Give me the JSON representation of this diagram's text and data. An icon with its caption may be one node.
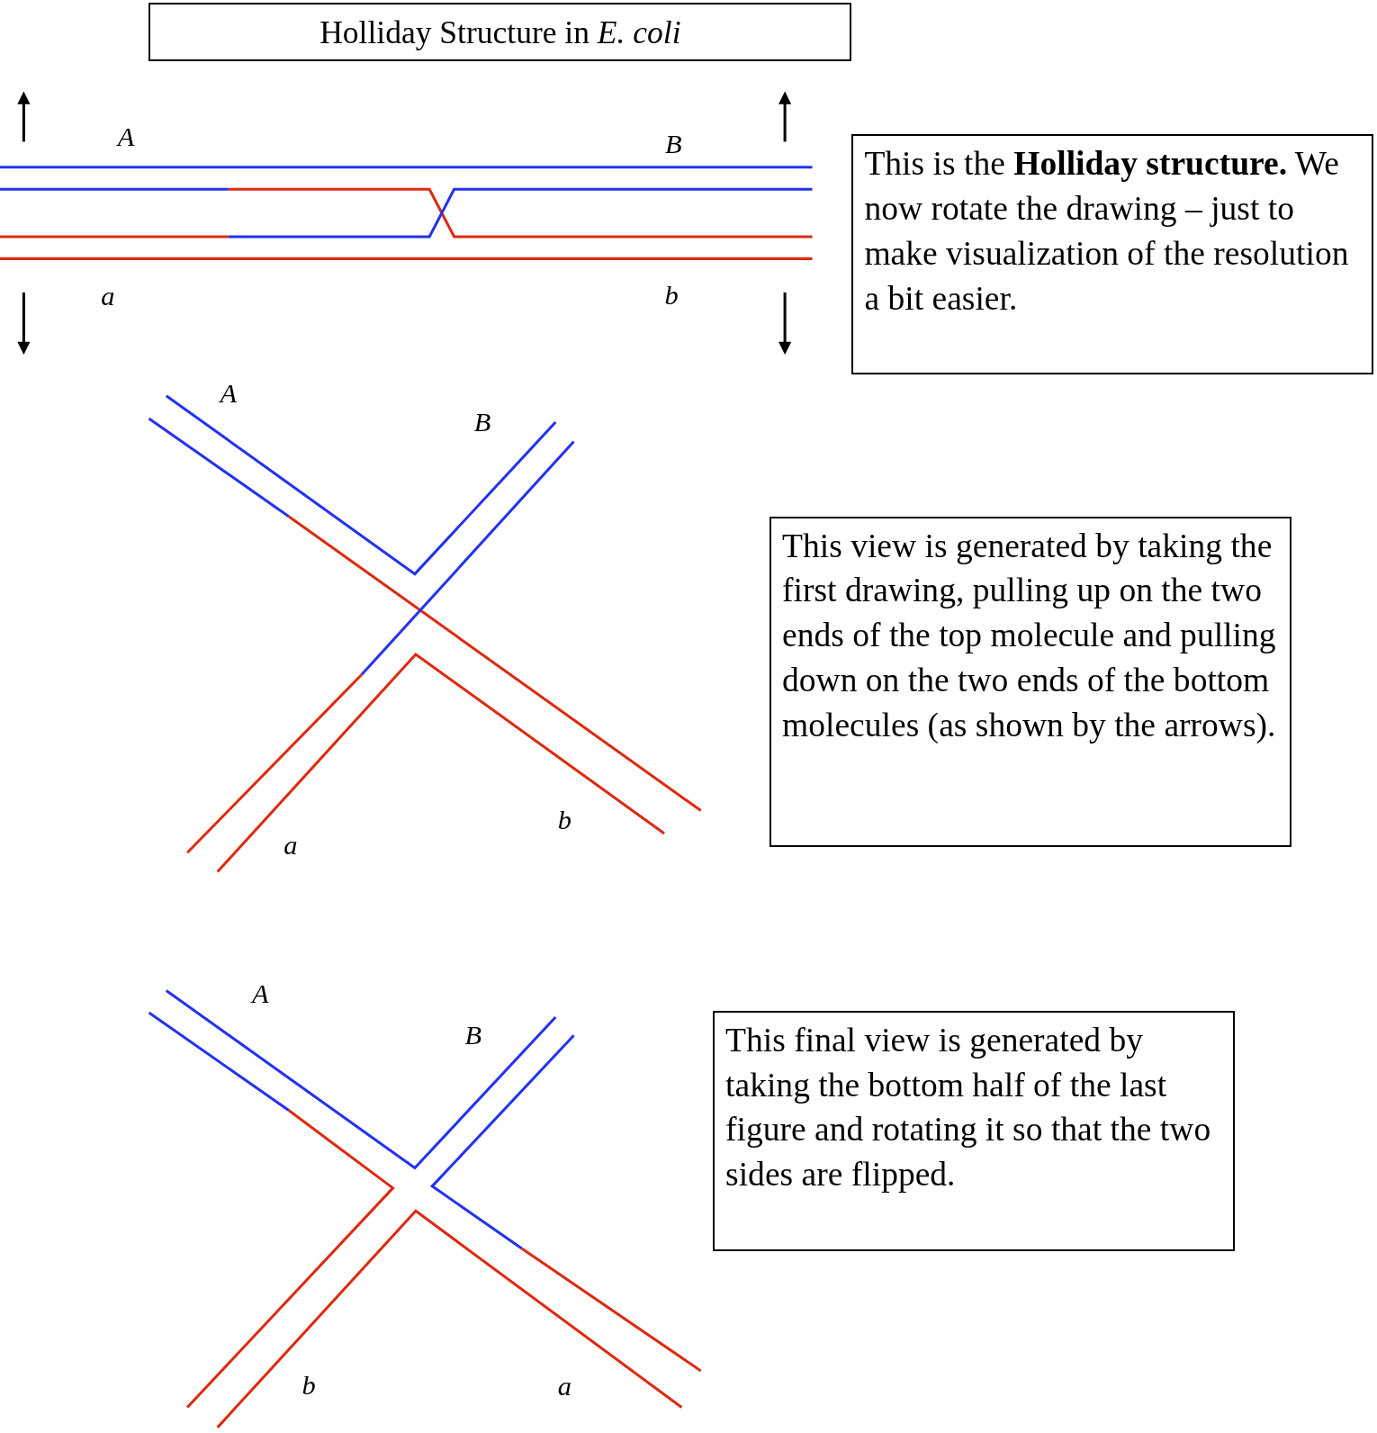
{
  "diagram": {
    "title": "Holliday Structure in *E. coli*",
    "nodes": [
      {
        "text": [
          "This is the **Holliday structure.** We now rotate the drawing – just to make visualization of the resolution a bit easier."
        ]
      },
      {
        "text": [
          "This view is generated by taking the first drawing, pulling up on the two ends of the top molecule and pulling down on  the two ends of the bottom molecules (as shown by the arrows)."
        ]
      },
      {
        "text": [
          "This final view is generated by taking the bottom half of the last figure and rotating it so that the two sides are flipped."
        ]
      }
    ],
    "labels": [
      "A",
      "B",
      "a",
      "b",
      "A",
      "B",
      "a",
      "b",
      "A",
      "B",
      "b",
      "a"
    ]
  }
}
